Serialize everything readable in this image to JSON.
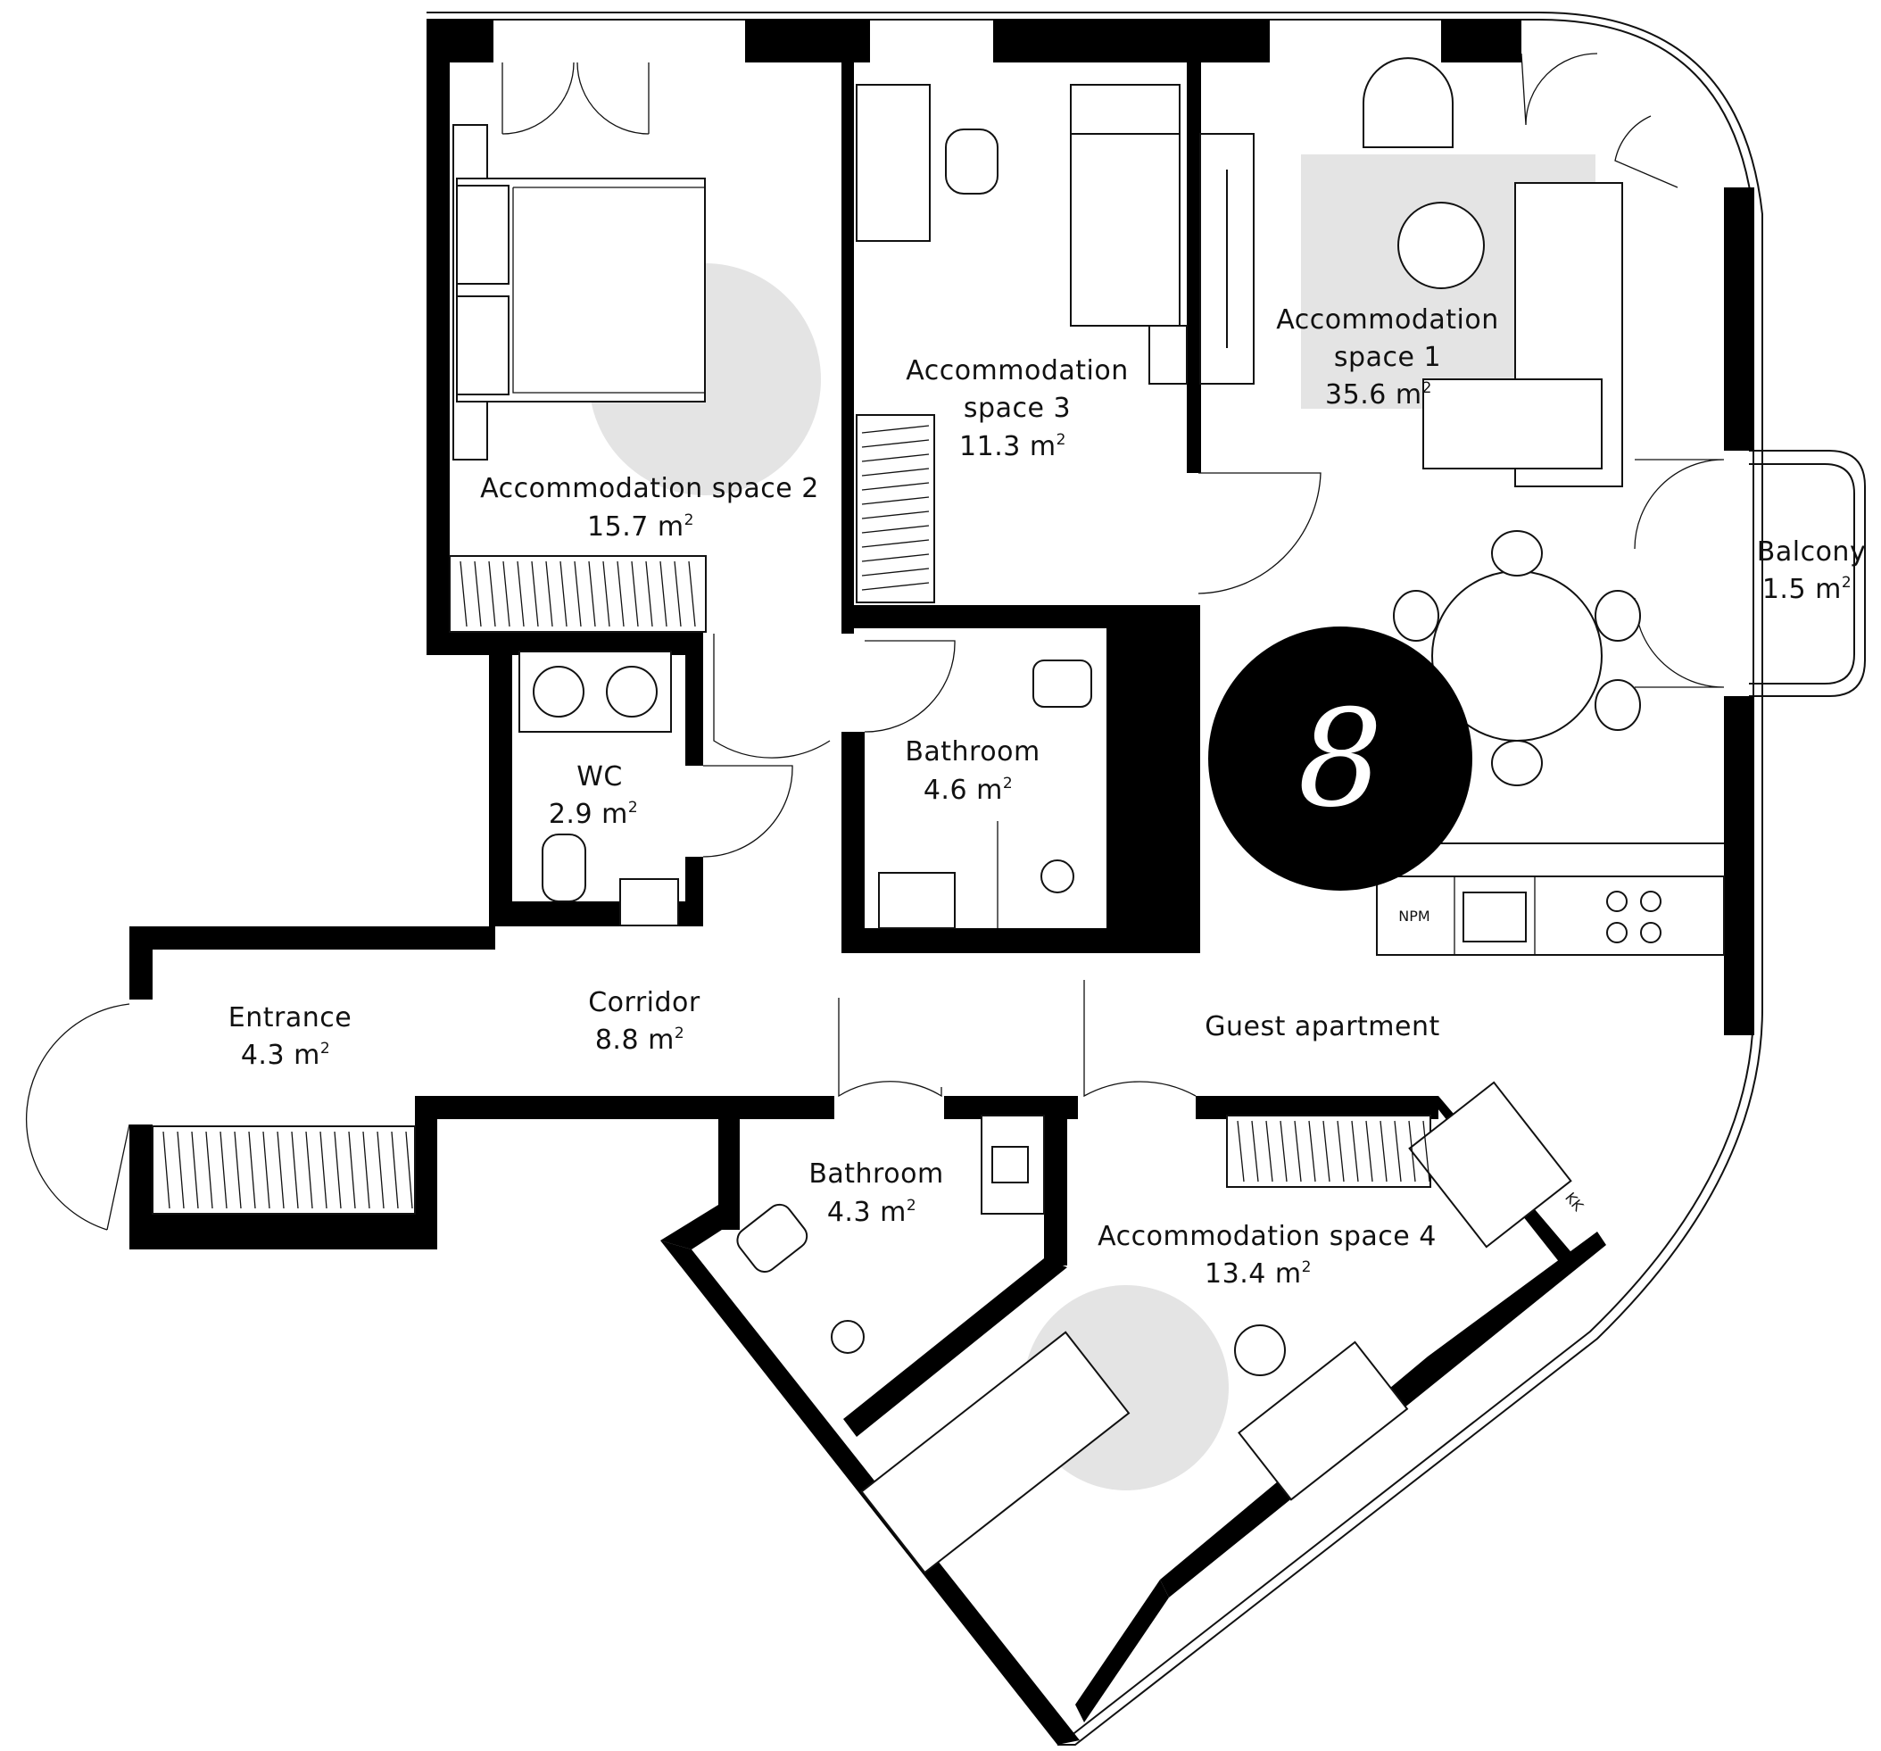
{
  "plan": {
    "apartment_number": "8",
    "apartment_label": "Guest apartment",
    "area_unit": "m",
    "area_unit_sup": "2",
    "rooms": [
      {
        "id": "acc1",
        "name_lines": [
          "Accommodation",
          "space 1"
        ],
        "area": "35.6"
      },
      {
        "id": "acc2",
        "name_lines": [
          "Accommodation space 2"
        ],
        "area": "15.7"
      },
      {
        "id": "acc3",
        "name_lines": [
          "Accommodation",
          "space 3"
        ],
        "area": "11.3"
      },
      {
        "id": "acc4",
        "name_lines": [
          "Accommodation space 4"
        ],
        "area": "13.4"
      },
      {
        "id": "balcony",
        "name_lines": [
          "Balcony"
        ],
        "area": "1.5"
      },
      {
        "id": "wc",
        "name_lines": [
          "WC"
        ],
        "area": "2.9"
      },
      {
        "id": "bath1",
        "name_lines": [
          "Bathroom"
        ],
        "area": "4.6"
      },
      {
        "id": "bath2",
        "name_lines": [
          "Bathroom"
        ],
        "area": "4.3"
      },
      {
        "id": "entrance",
        "name_lines": [
          "Entrance"
        ],
        "area": "4.3"
      },
      {
        "id": "corridor",
        "name_lines": [
          "Corridor"
        ],
        "area": "8.8"
      }
    ],
    "fixture_labels": {
      "kitchen_appliance": "NPM",
      "closet": "KK"
    },
    "colors": {
      "wall": "#000000",
      "rug": "#e4e4e4",
      "badge": "#000000"
    }
  }
}
